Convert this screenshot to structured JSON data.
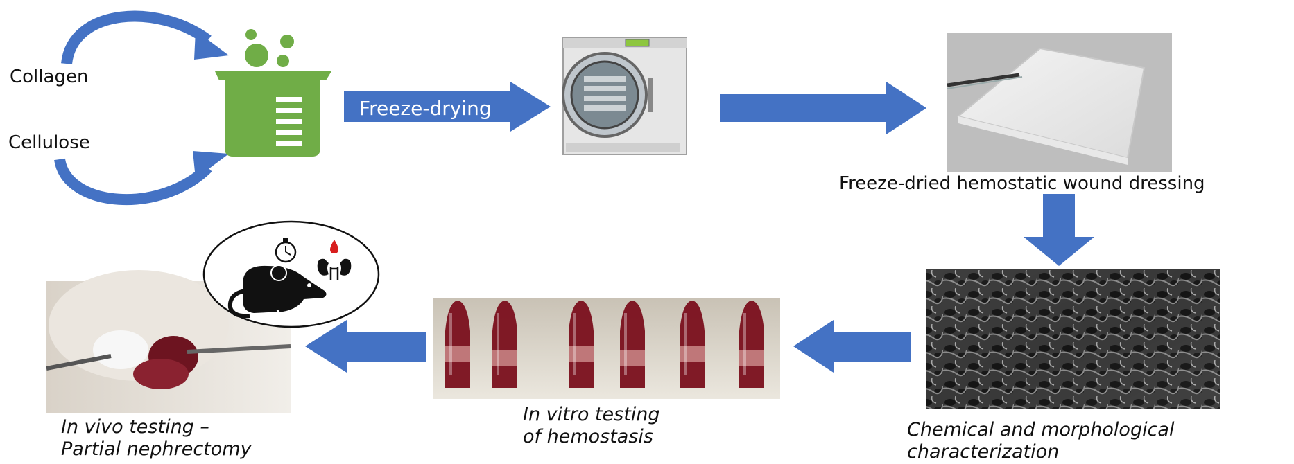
{
  "inputs": {
    "collagen": "Collagen",
    "cellulose": "Cellulose"
  },
  "process": {
    "freeze_drying": "Freeze-drying"
  },
  "captions": {
    "dressing": "Freeze-dried hemostatic wound dressing",
    "chem_line1": "Chemical and morphological",
    "chem_line2": "characterization",
    "vitro_line1": "In vitro testing",
    "vitro_line2": "of hemostasis",
    "vivo_line1": "In vivo testing –",
    "vivo_line2": "Partial nephrectomy"
  },
  "colors": {
    "arrow_blue": "#4472C4",
    "beaker_green": "#70AD47",
    "dryer_body": "#E6E6E6",
    "dryer_display": "#8DC63F",
    "blood_red": "#7A0F1C"
  },
  "icons": [
    "beaker-icon",
    "freeze-dryer-icon",
    "stopwatch-icon",
    "kidney-icon",
    "rat-icon",
    "blood-drop-icon"
  ]
}
